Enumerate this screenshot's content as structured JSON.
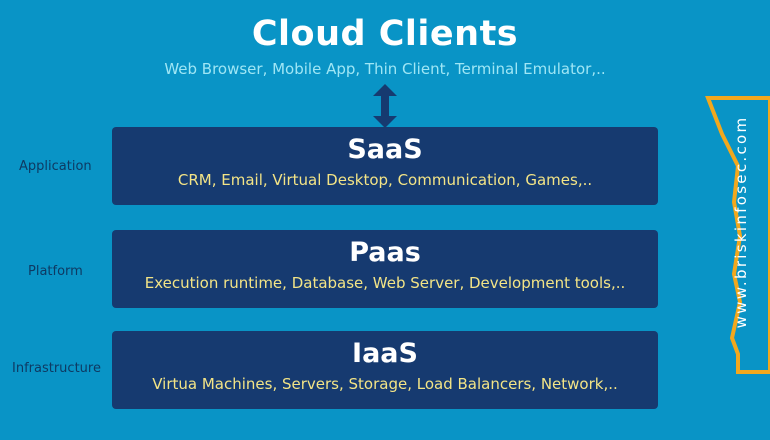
{
  "header": {
    "title": "Cloud Clients",
    "subtitle": "Web Browser, Mobile App, Thin Client, Terminal Emulator,.."
  },
  "layers": [
    {
      "label": "Application",
      "title": "SaaS",
      "description": "CRM, Email, Virtual Desktop, Communication, Games,.."
    },
    {
      "label": "Platform",
      "title": "Paas",
      "description": "Execution runtime, Database, Web Server, Development tools,.."
    },
    {
      "label": "Infrastructure",
      "title": "IaaS",
      "description": "Virtua Machines, Servers, Storage, Load Balancers, Network,.."
    }
  ],
  "watermark": {
    "text": "www.briskinfosec.com"
  },
  "colors": {
    "background": "#0994c6",
    "layer": "#163a70",
    "description": "#f3e486",
    "badge_border": "#f2a81d",
    "arrow": "#163a70"
  },
  "icons": {
    "connector": "double-arrow-vertical-icon"
  }
}
